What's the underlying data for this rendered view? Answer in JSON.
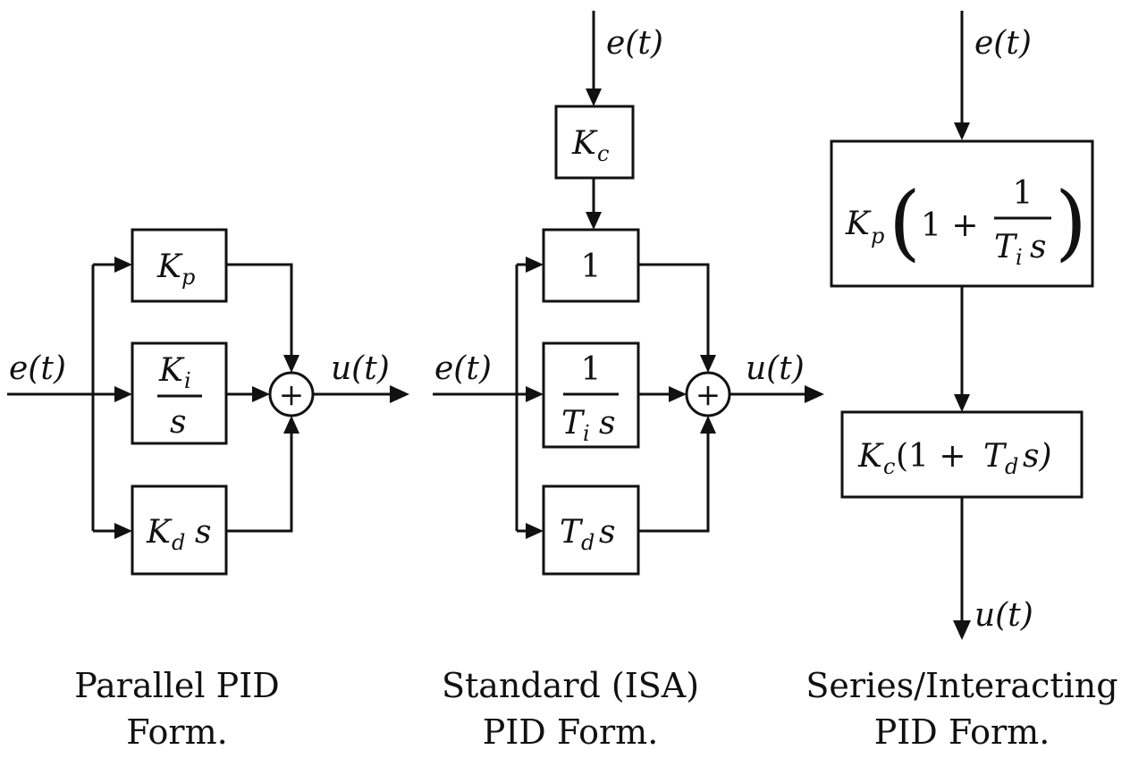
{
  "parallel": {
    "input": "e(t)",
    "output": "u(t)",
    "block_p": {
      "main": "K",
      "sub": "p"
    },
    "block_i": {
      "num_main": "K",
      "num_sub": "i",
      "den": "s"
    },
    "block_d": {
      "main": "K",
      "sub": "d",
      "tail": "s"
    },
    "caption": [
      "Parallel PID",
      "Form."
    ]
  },
  "standard": {
    "input_top": "e(t)",
    "input_left": "e(t)",
    "output": "u(t)",
    "gain": {
      "main": "K",
      "sub": "c"
    },
    "block_p": {
      "text": "1"
    },
    "block_i": {
      "num": "1",
      "den_main": "T",
      "den_sub": "i",
      "den_tail": "s"
    },
    "block_d": {
      "main": "T",
      "sub": "d",
      "tail": "s"
    },
    "caption": [
      "Standard (ISA)",
      "PID Form."
    ]
  },
  "series": {
    "input": "e(t)",
    "output": "u(t)",
    "block_pi": {
      "k_main": "K",
      "k_sub": "p",
      "open": "(",
      "one_plus": "1 +",
      "num": "1",
      "den_main": "T",
      "den_sub": "i",
      "den_tail": "s",
      "close": ")"
    },
    "block_pd": {
      "k_main": "K",
      "k_sub": "c",
      "mid": "(1 + ",
      "t_main": "T",
      "t_sub": "d",
      "tail": "s)"
    },
    "caption": [
      "Series/Interacting",
      "PID Form."
    ]
  },
  "sum_symbol": "+"
}
